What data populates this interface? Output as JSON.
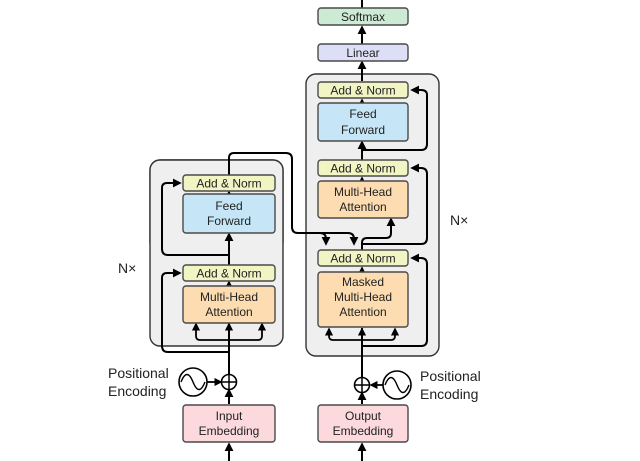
{
  "colors": {
    "add_norm": "#f1f5c4",
    "feed_forward": "#c6e6f7",
    "attention": "#fcdcb0",
    "embedding": "#fbd9dc",
    "linear": "#dcdff5",
    "softmax": "#cdebd4",
    "layer_bg": "#efefef"
  },
  "encoder": {
    "repeat": "N×",
    "add_norm_top": "Add & Norm",
    "ffn_line1": "Feed",
    "ffn_line2": "Forward",
    "add_norm_bottom": "Add & Norm",
    "attn_line1": "Multi-Head",
    "attn_line2": "Attention",
    "pos_line1": "Positional",
    "pos_line2": "Encoding",
    "emb_line1": "Input",
    "emb_line2": "Embedding"
  },
  "decoder": {
    "repeat": "N×",
    "softmax": "Softmax",
    "linear": "Linear",
    "add_norm_top": "Add & Norm",
    "ffn_line1": "Feed",
    "ffn_line2": "Forward",
    "add_norm_mid": "Add & Norm",
    "attn_line1": "Multi-Head",
    "attn_line2": "Attention",
    "add_norm_bottom": "Add & Norm",
    "masked_line1": "Masked",
    "masked_line2": "Multi-Head",
    "masked_line3": "Attention",
    "pos_line1": "Positional",
    "pos_line2": "Encoding",
    "emb_line1": "Output",
    "emb_line2": "Embedding"
  },
  "icons": {
    "sum": "circled-plus-icon",
    "sine": "sine-wave-icon",
    "arrow": "arrowhead-icon"
  }
}
